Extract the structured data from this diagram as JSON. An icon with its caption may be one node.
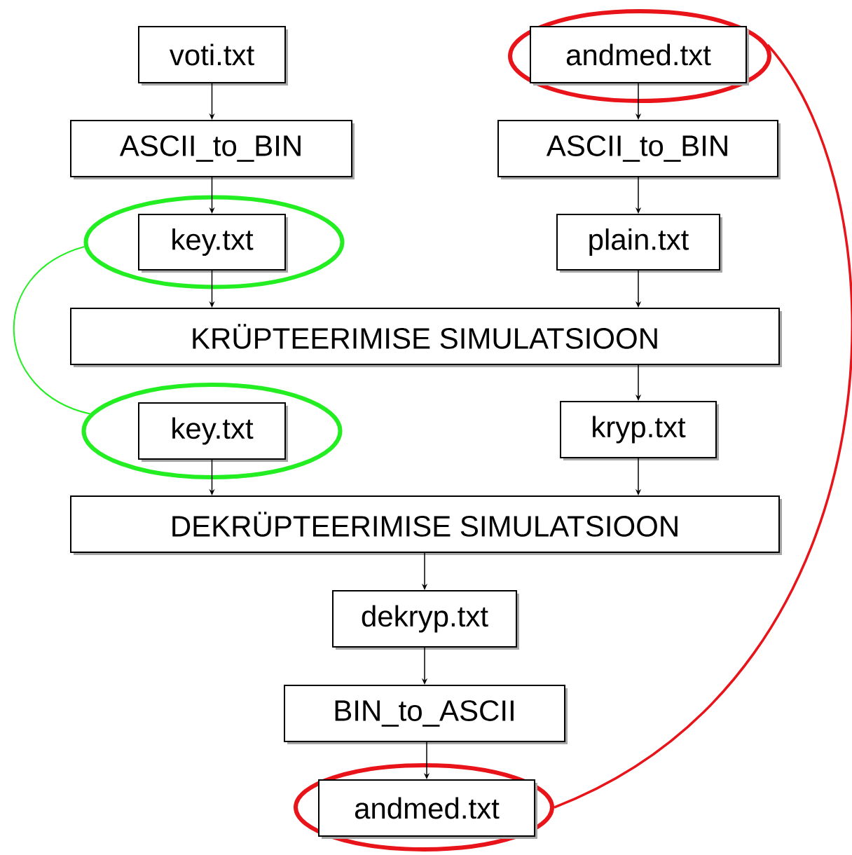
{
  "diagram": {
    "nodes": [
      {
        "text": [
          "voti.txt"
        ]
      },
      {
        "text": [],
        "shape": "ellipse"
      },
      {
        "text": [
          "andmed.txt"
        ],
        "in": 1
      },
      {
        "text": [
          "ASCII_to_BIN"
        ]
      },
      {
        "text": [
          "ASCII_to_BIN"
        ]
      },
      {
        "text": [],
        "shape": "ellipse"
      },
      {
        "text": [
          "key.txt"
        ],
        "in": 5
      },
      {
        "text": [
          "plain.txt"
        ]
      },
      {
        "text": [
          "KRÜPTEERIMISE SIMULATSIOON"
        ]
      },
      {
        "text": [],
        "shape": "ellipse"
      },
      {
        "text": [
          "key.txt"
        ],
        "in": 9
      },
      {
        "text": [
          "kryp.txt"
        ]
      },
      {
        "text": [
          "DEKRÜPTEERIMISE SIMULATSIOON"
        ]
      },
      {
        "text": [
          "dekryp.txt"
        ]
      },
      {
        "text": [
          "BIN_to_ASCII"
        ]
      },
      {
        "text": [],
        "shape": "ellipse"
      },
      {
        "text": [
          "andmed.txt"
        ],
        "in": 15
      }
    ],
    "edges": [
      {
        "from": 0,
        "to": 3,
        "arrow": "to"
      },
      {
        "from": 3,
        "to": 6,
        "arrow": "to"
      },
      {
        "from": 6,
        "to": 8,
        "arrow": "to"
      },
      {
        "from": 2,
        "to": 4,
        "arrow": "to"
      },
      {
        "from": 4,
        "to": 7,
        "arrow": "to"
      },
      {
        "from": 7,
        "to": 8,
        "arrow": "to"
      },
      {
        "from": 8,
        "to": 11,
        "arrow": "to"
      },
      {
        "from": 10,
        "to": 12,
        "arrow": "to"
      },
      {
        "from": 11,
        "to": 12,
        "arrow": "to"
      },
      {
        "from": 12,
        "to": 13,
        "arrow": "to"
      },
      {
        "from": 13,
        "to": 14,
        "arrow": "to"
      },
      {
        "from": 14,
        "to": 16,
        "arrow": "to"
      },
      {
        "from": 5,
        "to": 9,
        "arrow": "none",
        "color": "#22ee22"
      },
      {
        "from": 1,
        "to": 15,
        "arrow": "none",
        "color": "#e8141a",
        "style": "thick"
      }
    ]
  }
}
